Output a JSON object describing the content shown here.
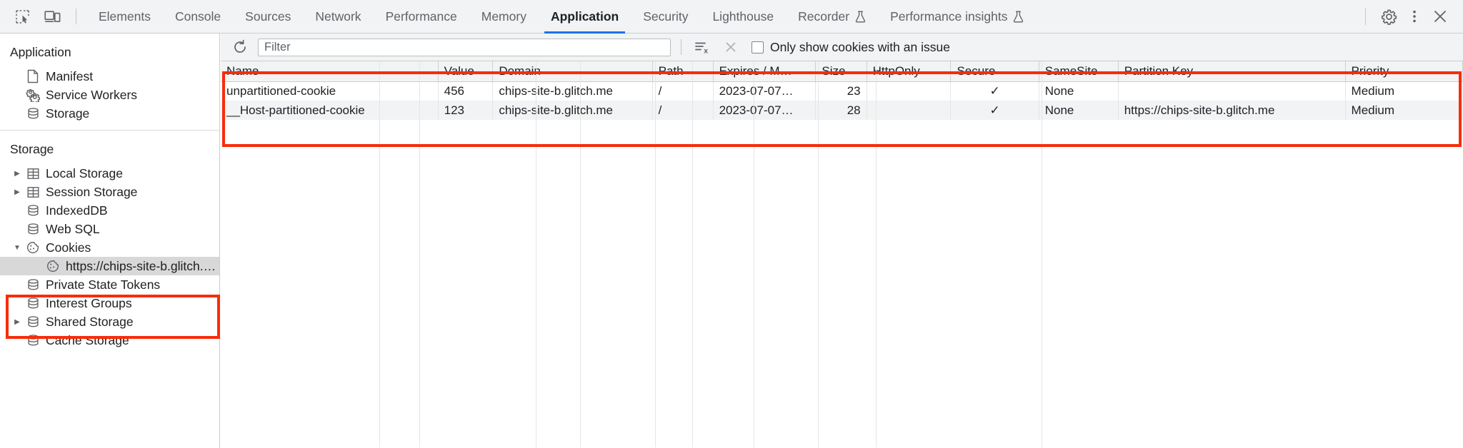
{
  "devtools": {
    "toolbar": {
      "inspect_icon": "inspect-element-icon",
      "device_icon": "device-toolbar-icon",
      "tabs": [
        {
          "label": "Elements",
          "active": false,
          "experimental": false
        },
        {
          "label": "Console",
          "active": false,
          "experimental": false
        },
        {
          "label": "Sources",
          "active": false,
          "experimental": false
        },
        {
          "label": "Network",
          "active": false,
          "experimental": false
        },
        {
          "label": "Performance",
          "active": false,
          "experimental": false
        },
        {
          "label": "Memory",
          "active": false,
          "experimental": false
        },
        {
          "label": "Application",
          "active": true,
          "experimental": false
        },
        {
          "label": "Security",
          "active": false,
          "experimental": false
        },
        {
          "label": "Lighthouse",
          "active": false,
          "experimental": false
        },
        {
          "label": "Recorder",
          "active": false,
          "experimental": true
        },
        {
          "label": "Performance insights",
          "active": false,
          "experimental": true
        }
      ],
      "settings_icon": "gear-icon",
      "more_icon": "more-vertical-icon",
      "close_icon": "close-icon"
    },
    "sidebar": {
      "application": {
        "title": "Application",
        "items": [
          {
            "label": "Manifest",
            "icon": "document-icon",
            "expandable": false,
            "expanded": false,
            "selected": false
          },
          {
            "label": "Service Workers",
            "icon": "gears-icon",
            "expandable": false,
            "expanded": false,
            "selected": false
          },
          {
            "label": "Storage",
            "icon": "database-icon",
            "expandable": false,
            "expanded": false,
            "selected": false
          }
        ]
      },
      "storage": {
        "title": "Storage",
        "items": [
          {
            "label": "Local Storage",
            "icon": "table-icon",
            "expandable": true,
            "expanded": false,
            "selected": false
          },
          {
            "label": "Session Storage",
            "icon": "table-icon",
            "expandable": true,
            "expanded": false,
            "selected": false
          },
          {
            "label": "IndexedDB",
            "icon": "database-icon",
            "expandable": false,
            "expanded": false,
            "selected": false
          },
          {
            "label": "Web SQL",
            "icon": "database-icon",
            "expandable": false,
            "expanded": false,
            "selected": false
          },
          {
            "label": "Cookies",
            "icon": "cookie-icon",
            "expandable": true,
            "expanded": true,
            "selected": false
          },
          {
            "label": "https://chips-site-b.glitch.me",
            "icon": "cookie-icon",
            "expandable": false,
            "expanded": false,
            "selected": true,
            "child": true
          },
          {
            "label": "Private State Tokens",
            "icon": "database-icon",
            "expandable": false,
            "expanded": false,
            "selected": false
          },
          {
            "label": "Interest Groups",
            "icon": "database-icon",
            "expandable": false,
            "expanded": false,
            "selected": false
          },
          {
            "label": "Shared Storage",
            "icon": "database-icon",
            "expandable": true,
            "expanded": false,
            "selected": false
          },
          {
            "label": "Cache Storage",
            "icon": "database-icon",
            "expandable": false,
            "expanded": false,
            "selected": false
          }
        ]
      }
    },
    "filterbar": {
      "refresh_icon": "refresh-icon",
      "filter_placeholder": "Filter",
      "filter_value": "",
      "clear_all_icon": "clear-all-cookies-icon",
      "delete_icon": "delete-selected-cookie-icon",
      "issue_checkbox_label": "Only show cookies with an issue",
      "issue_checkbox_checked": false
    },
    "cookies_table": {
      "columns": [
        "Name",
        "Value",
        "Domain",
        "Path",
        "Expires / M…",
        "Size",
        "HttpOnly",
        "Secure",
        "SameSite",
        "Partition Key",
        "Priority"
      ],
      "rows": [
        {
          "name": "unpartitioned-cookie",
          "value": "456",
          "domain": "chips-site-b.glitch.me",
          "path": "/",
          "expires": "2023-07-07…",
          "size": "23",
          "httponly": "",
          "secure": "✓",
          "samesite": "None",
          "partition_key": "",
          "priority": "Medium"
        },
        {
          "name": "__Host-partitioned-cookie",
          "value": "123",
          "domain": "chips-site-b.glitch.me",
          "path": "/",
          "expires": "2023-07-07…",
          "size": "28",
          "httponly": "",
          "secure": "✓",
          "samesite": "None",
          "partition_key": "https://chips-site-b.glitch.me",
          "priority": "Medium"
        }
      ]
    },
    "annotations": {
      "highlight_color": "#f82c0b",
      "boxes": [
        {
          "target": "cookies-tree-item"
        },
        {
          "target": "cookies-table"
        }
      ]
    }
  }
}
